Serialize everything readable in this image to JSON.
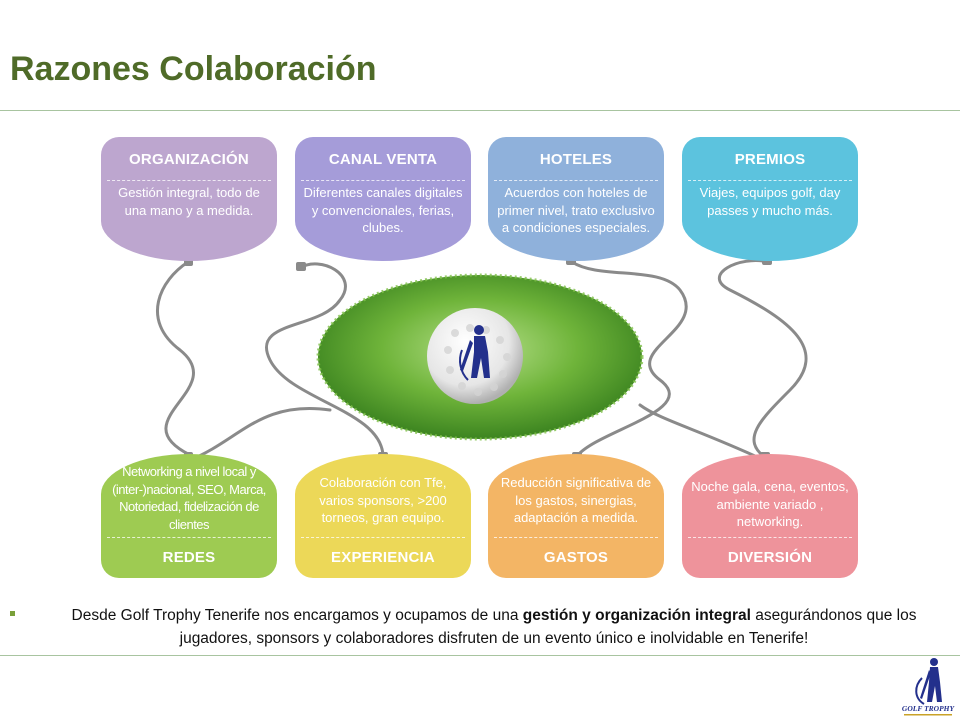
{
  "title": "Razones Colaboración",
  "colors": {
    "title": "#4f6b28",
    "organizacion": "#bda6cf",
    "canal_venta": "#a59cd9",
    "hoteles": "#8fb1db",
    "premios": "#5cc3de",
    "redes": "#9ecb52",
    "experiencia": "#ecd858",
    "gastos": "#f3b565",
    "diversion": "#ee939b",
    "connector": "#8a8a8a",
    "grass": "#5aa02c",
    "golf_figure": "#23308c"
  },
  "top_cards": [
    {
      "heading": "ORGANIZACIÓN",
      "text": "Gestión integral, todo de una mano y a medida."
    },
    {
      "heading": "CANAL VENTA",
      "text": "Diferentes canales digitales y convencionales, ferias, clubes."
    },
    {
      "heading": "HOTELES",
      "text": "Acuerdos con hoteles de primer nivel, trato exclusivo a condiciones especiales."
    },
    {
      "heading": "PREMIOS",
      "text": "Viajes, equipos golf, day passes y mucho más."
    }
  ],
  "bottom_cards": [
    {
      "heading": "REDES",
      "text": "Networking a nivel local y (inter-)nacional, SEO, Marca, Notoriedad, fidelización de clientes"
    },
    {
      "heading": "EXPERIENCIA",
      "text": "Colaboración con Tfe, varios sponsors, >200 torneos, gran equipo."
    },
    {
      "heading": "GASTOS",
      "text": "Reducción significativa de los gastos, sinergias, adaptación a medida."
    },
    {
      "heading": "DIVERSIÓN",
      "text": "Noche gala, cena, eventos, ambiente variado , networking."
    }
  ],
  "center_image": {
    "icon": "golf-ball-icon",
    "figure_icon": "golfer-icon"
  },
  "bullet": {
    "part1": "Desde Golf Trophy Tenerife nos encargamos y ocupamos de una ",
    "bold": "gestión y organización integral",
    "part2": " asegurándonos que los jugadores, sponsors y colaboradores disfruten de un evento único e inolvidable en Tenerife!"
  },
  "logo": {
    "icon": "golf-trophy-logo-icon",
    "text": "GOLF TROPHY"
  }
}
